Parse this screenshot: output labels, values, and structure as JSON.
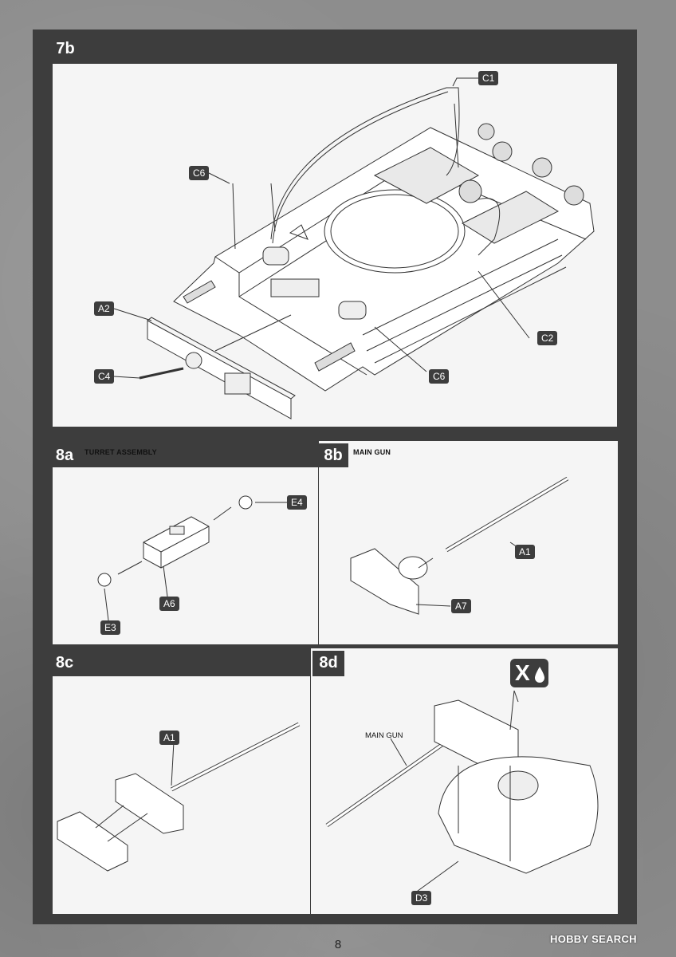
{
  "page_number": "8",
  "watermark": "HOBBY SEARCH",
  "steps": {
    "s7b": {
      "number": "7b",
      "parts": {
        "c1": "C1",
        "c6_top": "C6",
        "a2": "A2",
        "c4": "C4",
        "c2": "C2",
        "c6_bottom": "C6"
      }
    },
    "s8a": {
      "number": "8a",
      "title": "TURRET ASSEMBLY",
      "parts": {
        "e4": "E4",
        "a6": "A6",
        "e3": "E3"
      }
    },
    "s8b": {
      "number": "8b",
      "title": "MAIN GUN",
      "parts": {
        "a1": "A1",
        "a7": "A7"
      }
    },
    "s8c": {
      "number": "8c",
      "parts": {
        "a1": "A1"
      }
    },
    "s8d": {
      "number": "8d",
      "label": "MAIN GUN",
      "no_glue_symbol": "X",
      "parts": {
        "d3": "D3"
      }
    }
  },
  "colors": {
    "frame": "#3d3d3d",
    "panel": "#f5f5f5",
    "line": "#333333"
  }
}
